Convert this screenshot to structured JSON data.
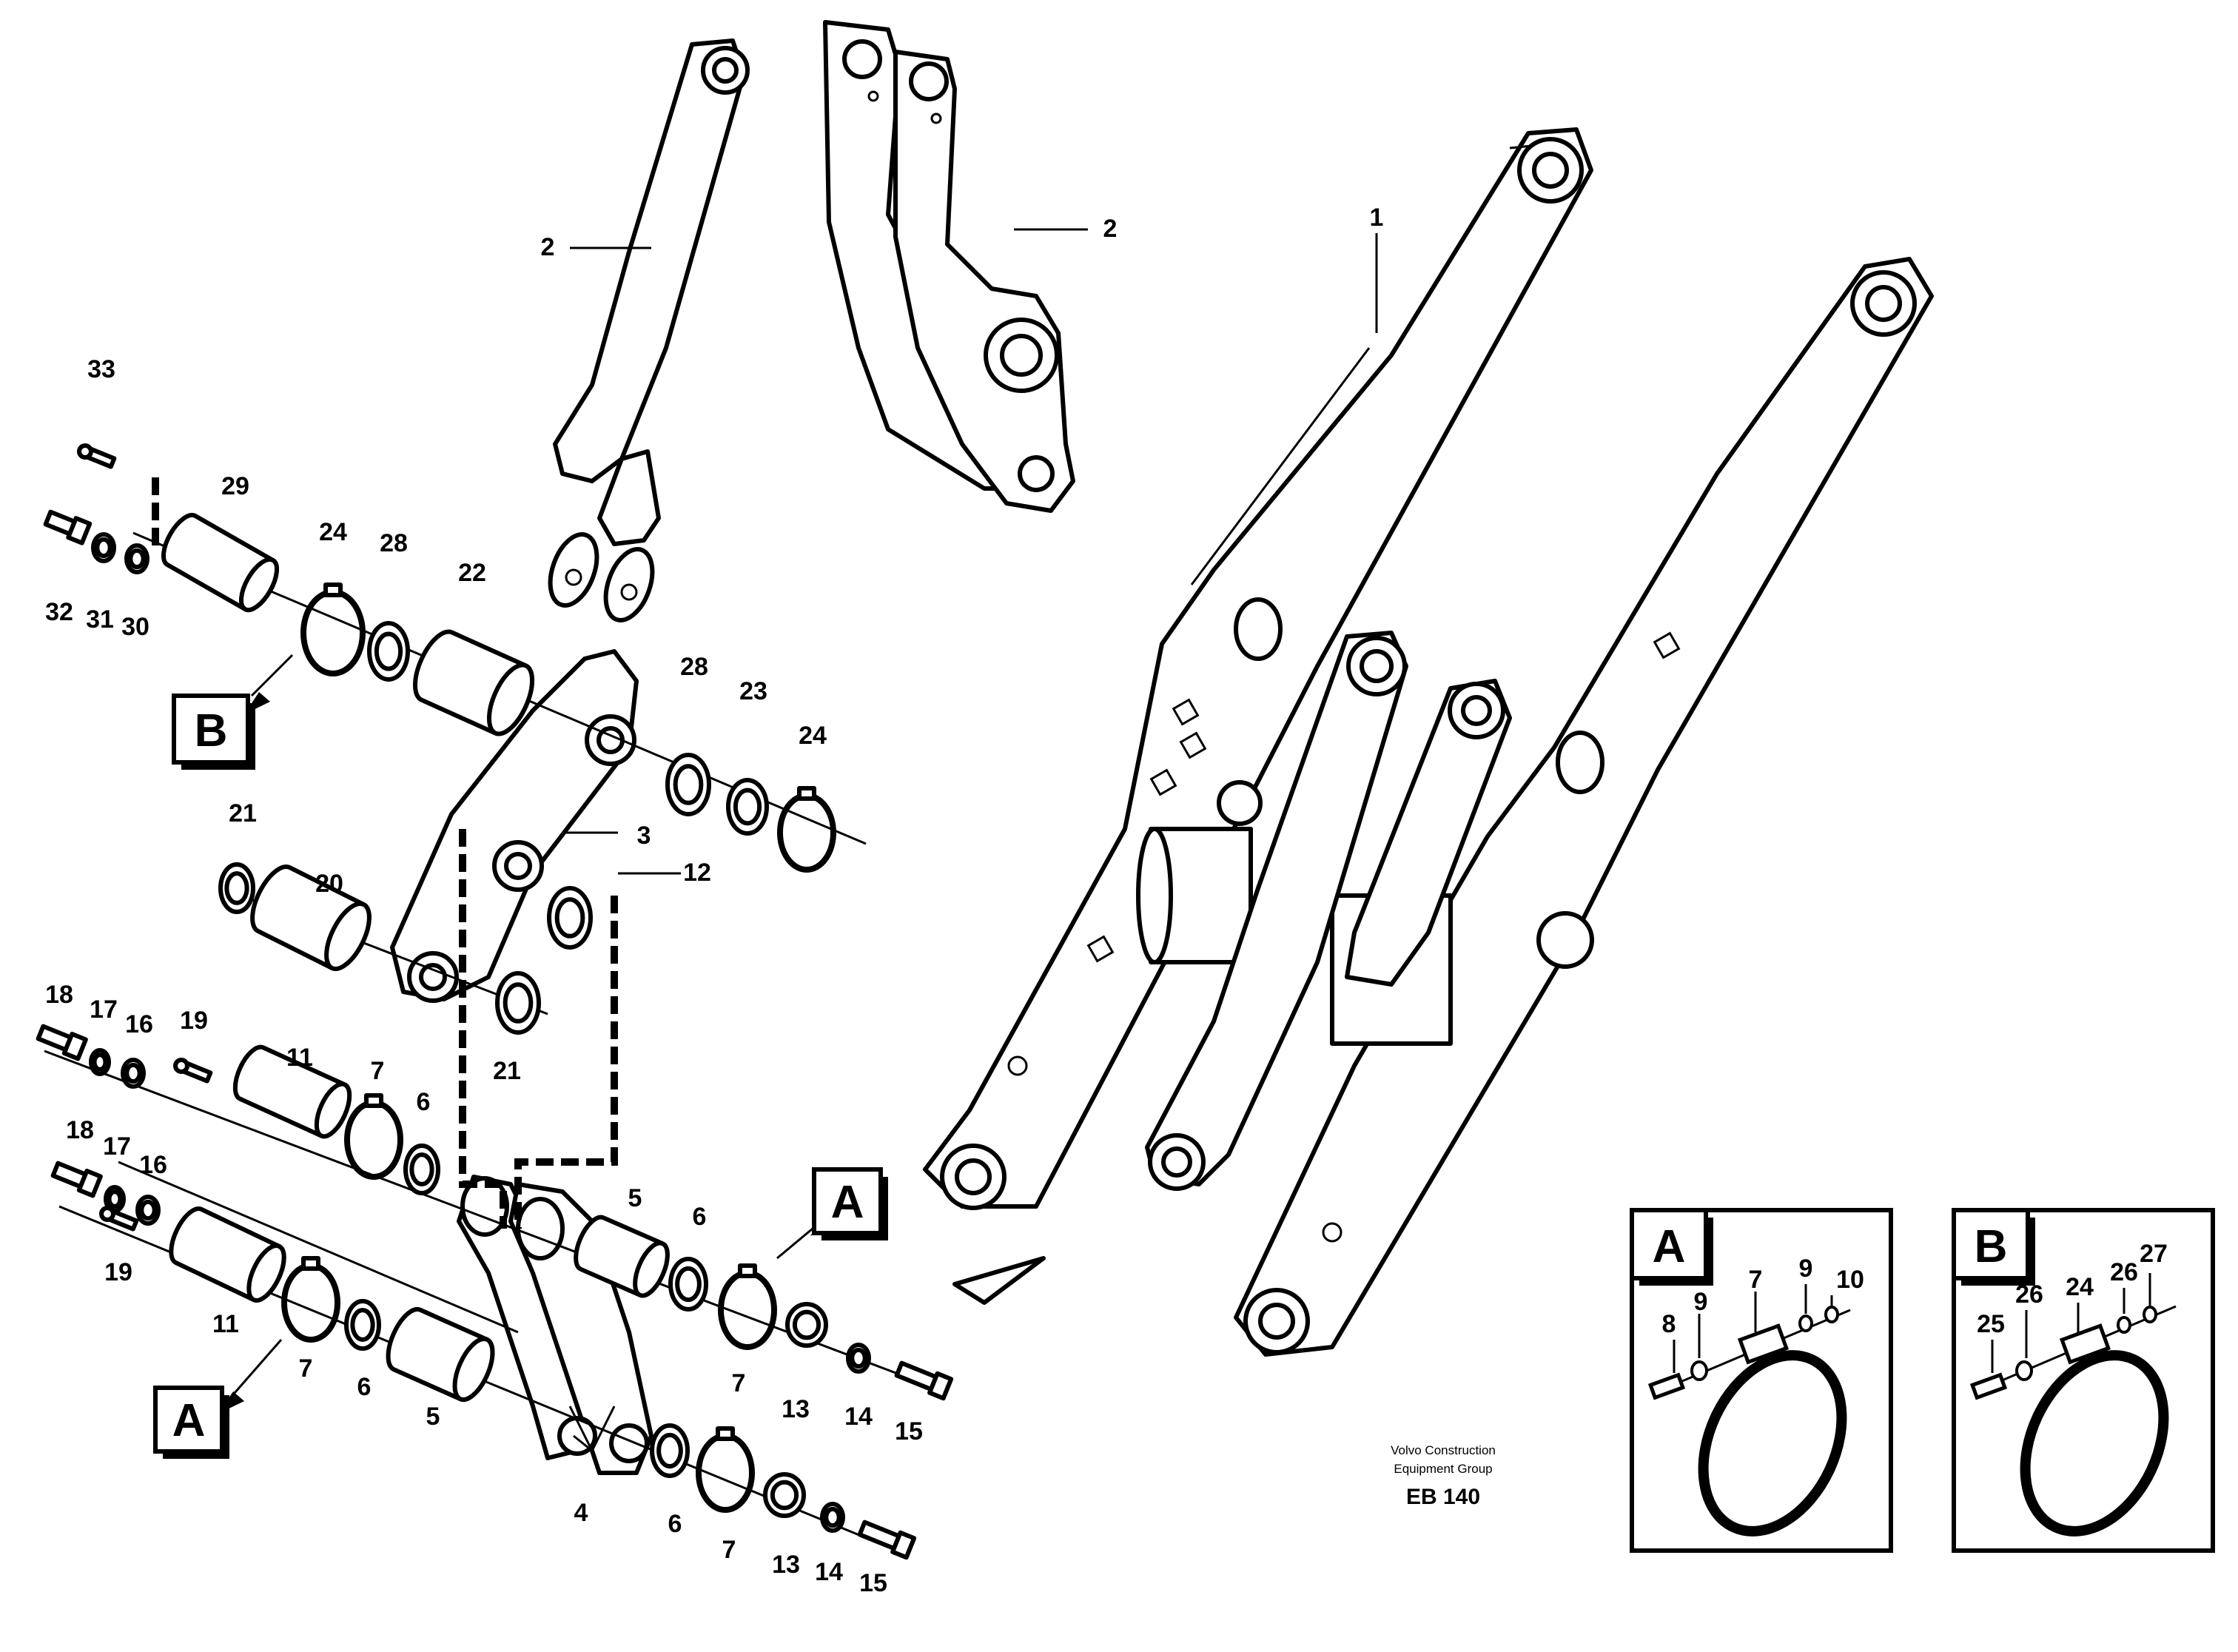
{
  "callouts": {
    "c1": "1",
    "c2a": "2",
    "c2b": "2",
    "c3": "3",
    "c4": "4",
    "c5a": "5",
    "c5b": "5",
    "c6a": "6",
    "c6b": "6",
    "c6c": "6",
    "c6d": "6",
    "c7a": "7",
    "c7b": "7",
    "c7c": "7",
    "c7d": "7",
    "c11a": "11",
    "c11b": "11",
    "c12": "12",
    "c13a": "13",
    "c13b": "13",
    "c14a": "14",
    "c14b": "14",
    "c15a": "15",
    "c15b": "15",
    "c16a": "16",
    "c16b": "16",
    "c17a": "17",
    "c17b": "17",
    "c18a": "18",
    "c18b": "18",
    "c19a": "19",
    "c19b": "19",
    "c20": "20",
    "c21a": "21",
    "c21b": "21",
    "c22": "22",
    "c23": "23",
    "c24a": "24",
    "c24b": "24",
    "c28a": "28",
    "c28b": "28",
    "c29": "29",
    "c30": "30",
    "c31": "31",
    "c32": "32",
    "c33": "33"
  },
  "section_markers": {
    "a1": "A",
    "a2": "A",
    "b1": "B"
  },
  "inset_a": {
    "title": "A",
    "labels": {
      "n8": "8",
      "n9a": "9",
      "n9b": "9",
      "n7": "7",
      "n10": "10"
    }
  },
  "inset_b": {
    "title": "B",
    "labels": {
      "n25": "25",
      "n26a": "26",
      "n26b": "26",
      "n24": "24",
      "n27": "27"
    }
  },
  "credit": {
    "line1": "Volvo Construction",
    "line2": "Equipment Group",
    "code": "EB 140"
  }
}
